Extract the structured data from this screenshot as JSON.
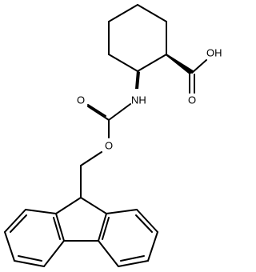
{
  "molecule": {
    "labels": {
      "cooh": "OH",
      "acid_carbonyl_o": "O",
      "amine": "NH",
      "carbamate_carbonyl_o": "O",
      "ester_o": "O"
    }
  },
  "colors": {
    "bond": "#000000",
    "text": "#000000",
    "background": "#ffffff"
  }
}
